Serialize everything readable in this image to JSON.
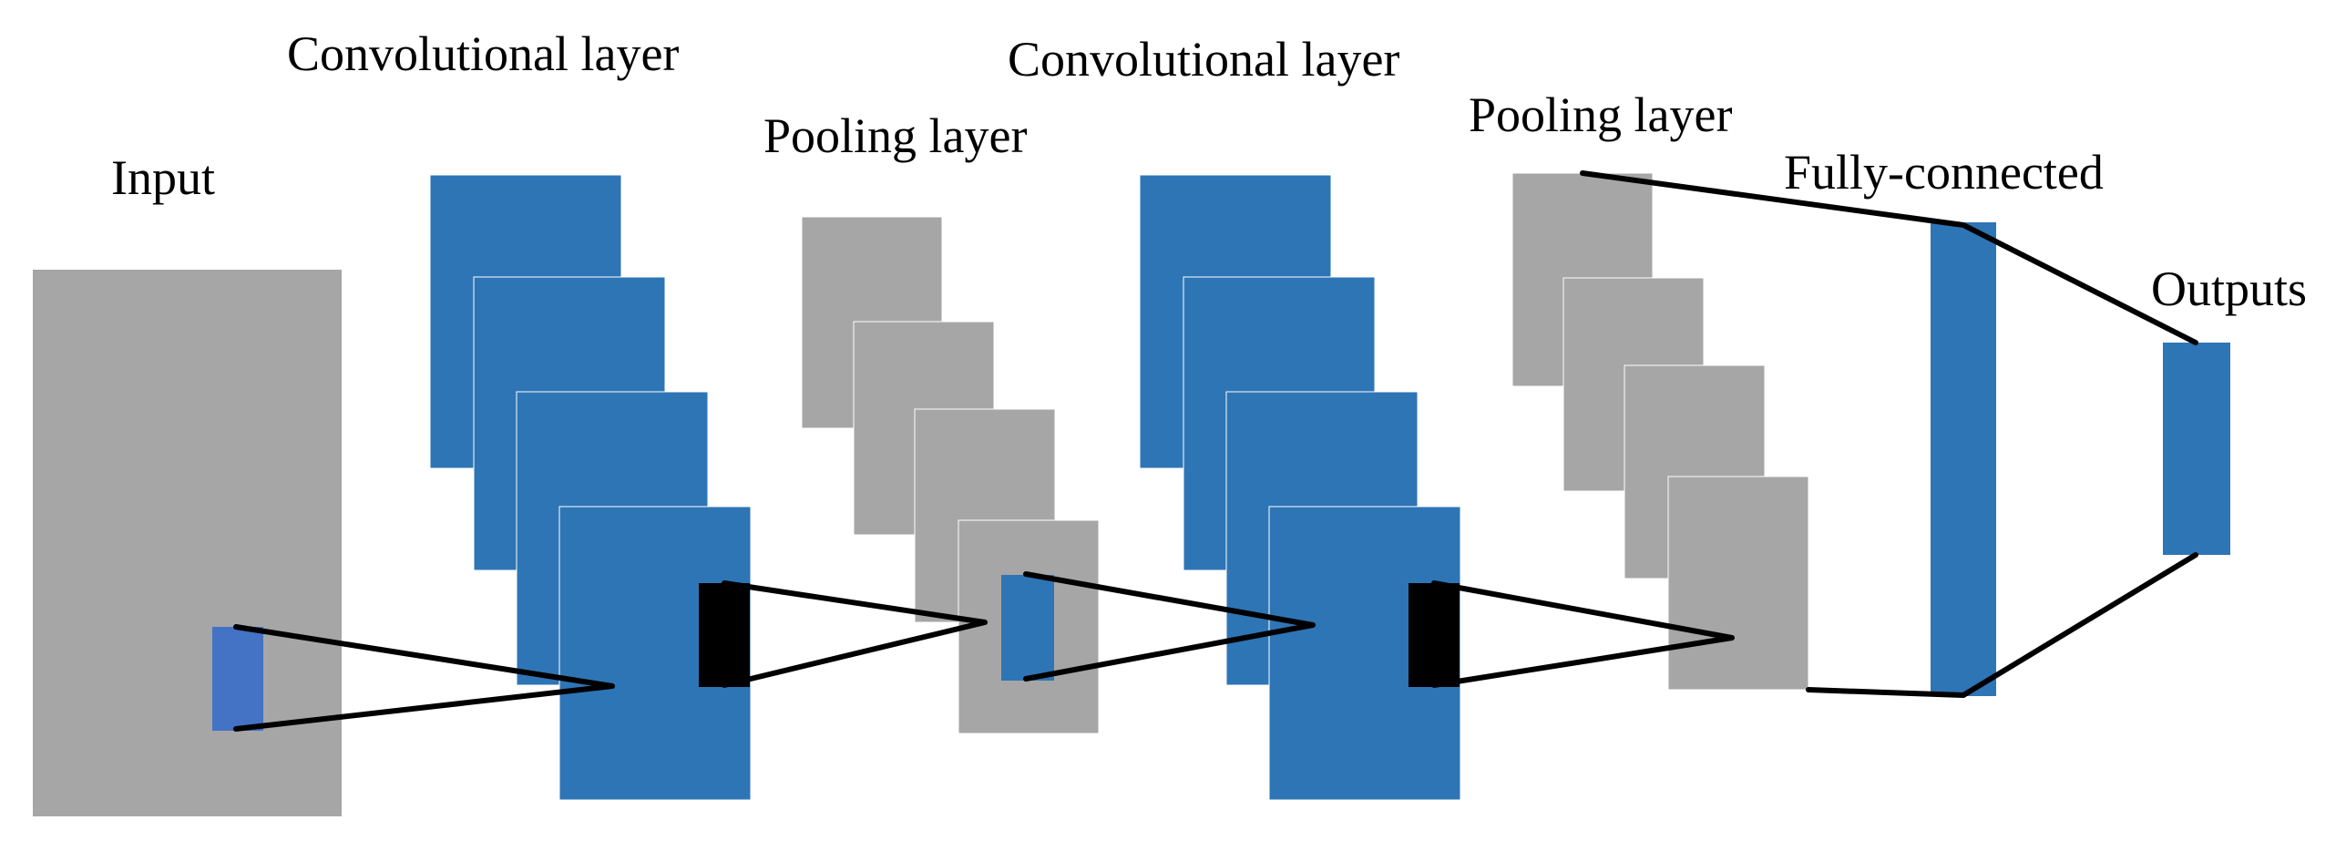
{
  "labels": {
    "input": "Input",
    "conv1": "Convolutional layer",
    "pool1": "Pooling layer",
    "conv2": "Convolutional layer",
    "pool2": "Pooling layer",
    "fc": "Fully-connected",
    "outputs": "Outputs"
  },
  "colors": {
    "conv_blue": "#2e75b6",
    "kernel_blue": "#4472c4",
    "pool_gray": "#a6a6a6",
    "input_gray": "#a6a6a6",
    "filter_black": "#000000",
    "line": "#000000"
  }
}
